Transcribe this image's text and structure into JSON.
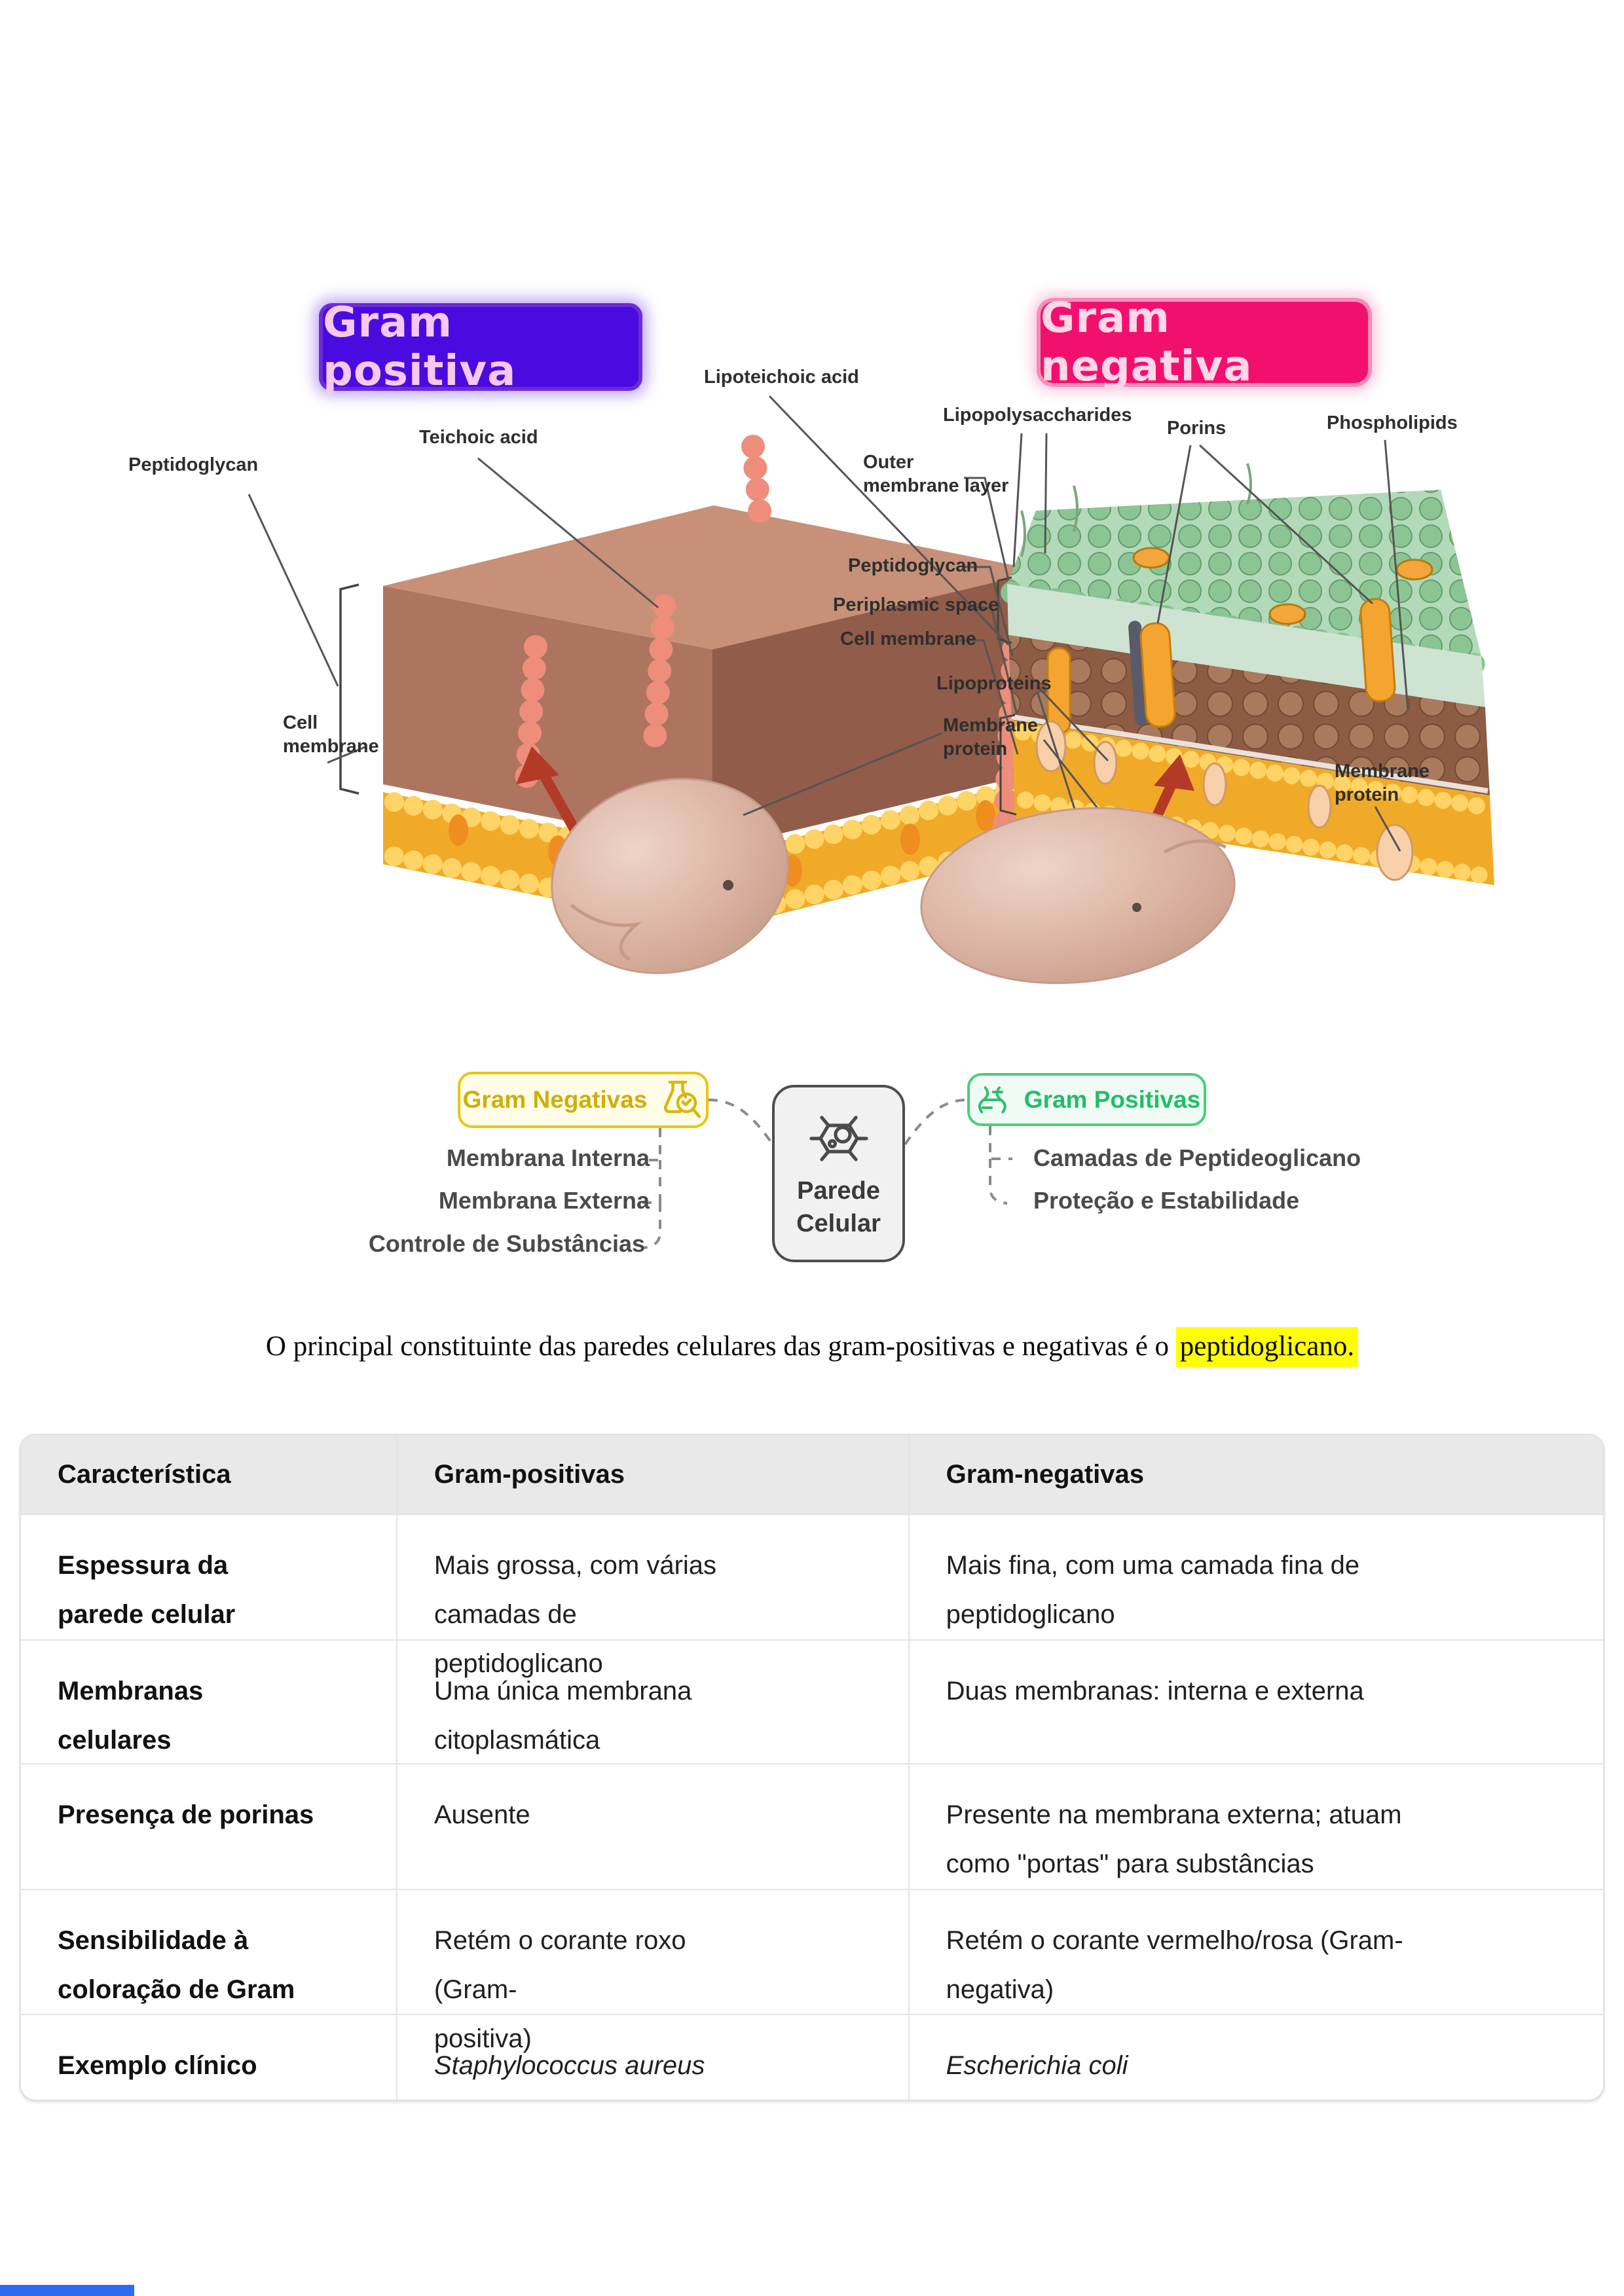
{
  "figure": {
    "left": {
      "title": "Gram positiva",
      "labels": {
        "lipoteichoic": "Lipoteichoic acid",
        "teichoic": "Teichoic acid",
        "peptidoglycan": "Peptidoglycan",
        "cell_membrane": "Cell\nmembrane"
      }
    },
    "right": {
      "title": "Gram negativa",
      "labels": {
        "lipopolysaccharides": "Lipopolysaccharides",
        "porins": "Porins",
        "phospholipids": "Phospholipids",
        "outer_membrane": "Outer\nmembrane layer",
        "peptidoglycan": "Peptidoglycan",
        "periplasmic": "Periplasmic space",
        "cell_membrane": "Cell membrane",
        "lipoproteins": "Lipoproteins",
        "membrane_protein": "Membrane\nprotein",
        "membrane_protein_right": "Membrane\nprotein"
      }
    }
  },
  "mindmap": {
    "left_node": {
      "label": "Gram Negativas"
    },
    "left_items": [
      "Membrana Interna",
      "Membrana Externa",
      "Controle de Substâncias"
    ],
    "center_node": {
      "label": "Parede\nCelular"
    },
    "right_node": {
      "label": "Gram Positivas"
    },
    "right_items": [
      "Camadas de Peptideoglicano",
      "Proteção e Estabilidade"
    ]
  },
  "paragraph": {
    "before": "O principal constituinte das paredes celulares das gram-positivas e negativas é o ",
    "highlight": "peptidoglicano."
  },
  "table": {
    "headers": [
      "Característica",
      "Gram-positivas",
      "Gram-negativas"
    ],
    "rows": [
      {
        "feature": "Espessura da\nparede celular",
        "positive": "Mais grossa, com várias\ncamadas de peptidoglicano",
        "negative": "Mais fina, com uma camada fina de\npeptidoglicano"
      },
      {
        "feature": "Membranas\ncelulares",
        "positive": "Uma única membrana\ncitoplasmática",
        "negative": "Duas membranas: interna e externa"
      },
      {
        "feature": "Presença de porinas",
        "positive": "Ausente",
        "negative": "Presente na membrana externa; atuam\ncomo \"portas\" para substâncias"
      },
      {
        "feature": "Sensibilidade à\ncoloração de Gram",
        "positive": "Retém o corante roxo (Gram-\npositiva)",
        "negative": "Retém o corante vermelho/rosa (Gram-\nnegativa)"
      },
      {
        "feature": "Exemplo clínico",
        "positive": "Staphylococcus aureus",
        "negative": "Escherichia coli"
      }
    ]
  },
  "colors": {
    "highlight": "#ffff00",
    "gram_positive_box": "#4a0be0",
    "gram_negative_box": "#f2106e",
    "mindmap_yellow": "#e5c711",
    "mindmap_green": "#47cf7d",
    "accent_blue": "#2f6bf0"
  }
}
